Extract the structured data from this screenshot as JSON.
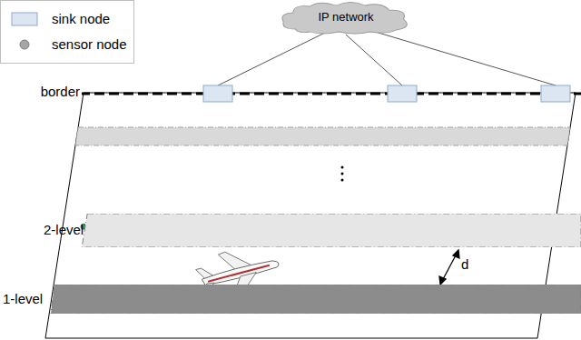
{
  "diagram": {
    "nodes": [
      {
        "text": [
          "IP network"
        ]
      },
      {
        "text": [
          "2-level"
        ]
      },
      {
        "text": [
          "1-level"
        ]
      }
    ],
    "edges": [],
    "labels": [
      "border",
      "d"
    ],
    "legend": [
      {
        "text": "sink node",
        "color": "#dce6f2"
      },
      {
        "text": "sensor node",
        "color": "#a6a6a6"
      }
    ]
  }
}
